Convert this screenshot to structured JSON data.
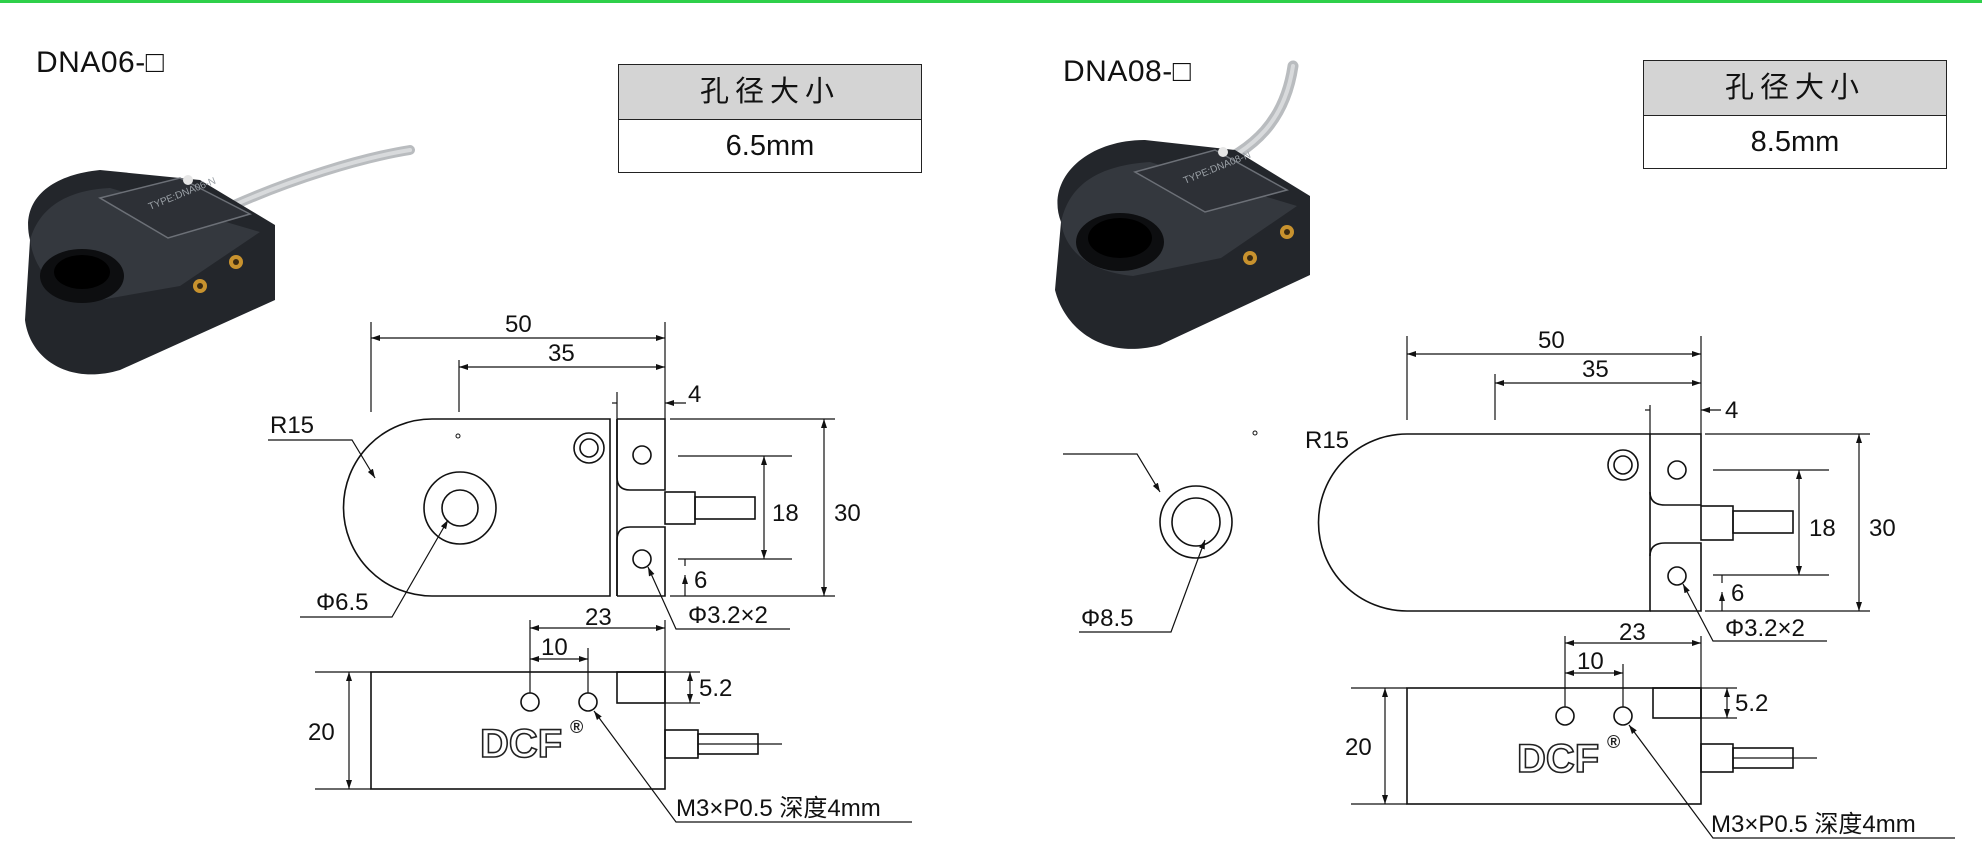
{
  "left": {
    "model": "DNA06-□",
    "table_header": "孔径大小",
    "table_value": "6.5mm",
    "dims": {
      "overall_length": "50",
      "mount_offset": "35",
      "tab_width": "4",
      "radius": "R15",
      "cable_spacing": "18",
      "height": "30",
      "hole_diameter": "Φ6.5",
      "mount_holes": "Φ3.2×2",
      "edge_offset": "6",
      "side_offset": "23",
      "thread_spacing": "10",
      "step": "5.2",
      "thickness": "20",
      "thread_spec": "M3×P0.5 深度4mm"
    },
    "brand": "DCF",
    "brand_mark": "®"
  },
  "right": {
    "model": "DNA08-□",
    "table_header": "孔径大小",
    "table_value": "8.5mm",
    "dims": {
      "overall_length": "50",
      "mount_offset": "35",
      "tab_width": "4",
      "radius": "R15",
      "cable_spacing": "18",
      "height": "30",
      "hole_diameter": "Φ8.5",
      "mount_holes": "Φ3.2×2",
      "edge_offset": "6",
      "side_offset": "23",
      "thread_spacing": "10",
      "step": "5.2",
      "thickness": "20",
      "thread_spec": "M3×P0.5 深度4mm"
    },
    "brand": "DCF",
    "brand_mark": "®"
  },
  "colors": {
    "accent_line": "#2fd04a",
    "table_header_bg": "#d4d4d4",
    "sensor_body": "#23262b",
    "cable": "#b9bcbf"
  },
  "icons": [
    "proximity-sensor-photo"
  ]
}
